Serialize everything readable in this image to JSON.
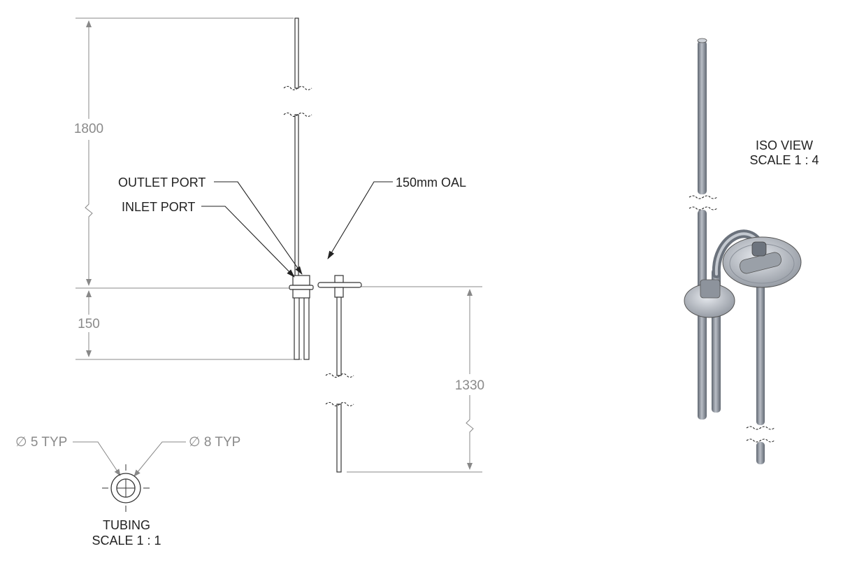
{
  "dimensions": {
    "upper_height": "1800",
    "lower_height": "150",
    "right_height": "1330"
  },
  "callouts": {
    "outlet_port": "OUTLET PORT",
    "inlet_port": "INLET PORT",
    "oal": "150mm OAL",
    "inner_diameter": "∅ 5 TYP",
    "outer_diameter": "∅ 8 TYP"
  },
  "views": {
    "tubing_title": "TUBING",
    "tubing_scale": "SCALE 1 : 1",
    "iso_title": "ISO VIEW",
    "iso_scale": "SCALE 1 : 4"
  }
}
